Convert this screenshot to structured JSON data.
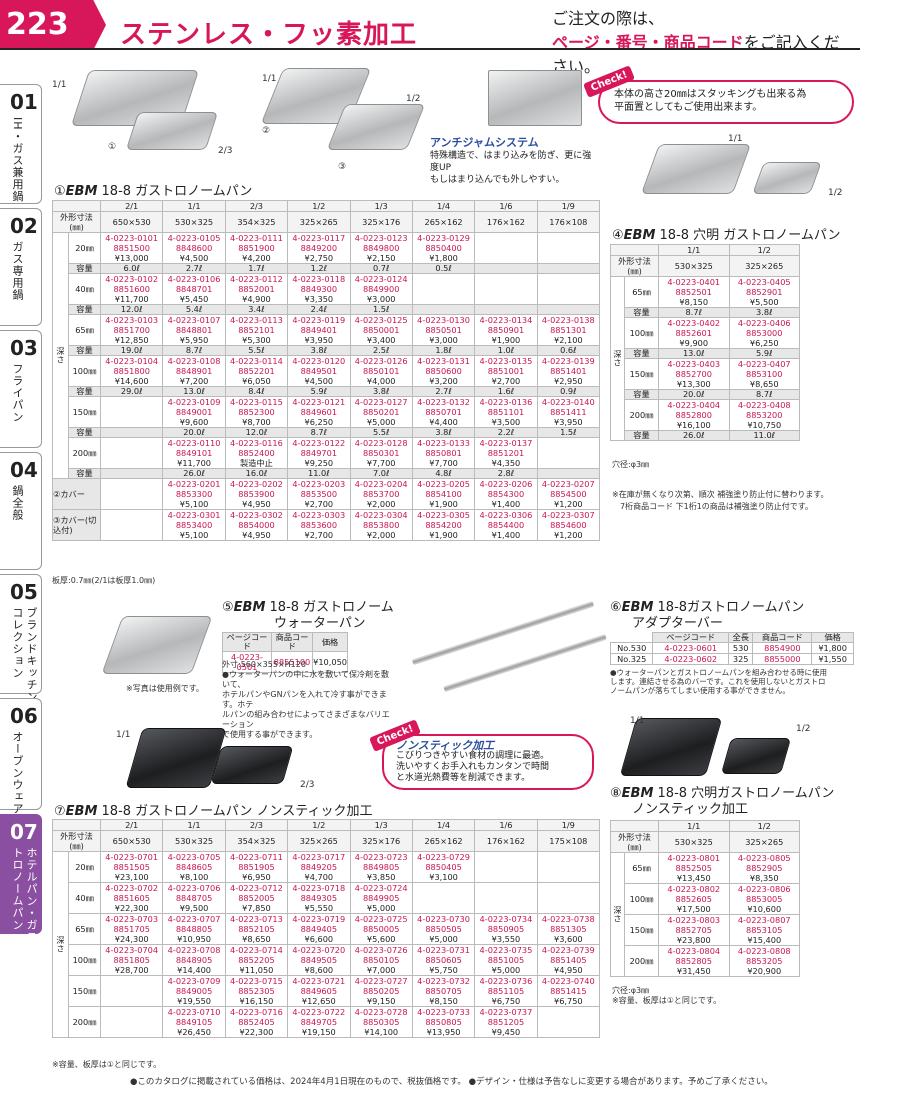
{
  "header": {
    "page_no": "223",
    "title": "ステンレス・フッ素加工",
    "notice_line1": "ご注文の際は、",
    "notice_line2_red": "ページ・番号・商品コード",
    "notice_line2_tail": "をご記入ください。"
  },
  "tabs": [
    {
      "num": "01",
      "text": "IH・ガス兼用鍋"
    },
    {
      "num": "02",
      "text": "ガス専用鍋"
    },
    {
      "num": "03",
      "text": "フライパン"
    },
    {
      "num": "04",
      "text": "鍋全般"
    },
    {
      "num": "05",
      "text": "ブランドキッチンコレクション"
    },
    {
      "num": "06",
      "text": "オーブンウェア"
    },
    {
      "num": "07",
      "text": "ホテルパン・ガストロノームパン"
    }
  ],
  "labels": {
    "a11": "1/1",
    "a12": "①",
    "a23": "2/3",
    "b11": "1/1",
    "b2": "②",
    "b12": "1/2",
    "b3": "③",
    "r11": "1/1",
    "r12": "1/2",
    "n11": "1/1",
    "n23": "2/3",
    "n2_11": "1/1",
    "n2_12": "1/2"
  },
  "check_word": "Check!",
  "callout1": {
    "l1": "本体の高さ20㎜はスタッキングも出来る為",
    "l2": "平面置としてもご使用出来ます。"
  },
  "anti": {
    "title": "アンチジャムシステム",
    "l1": "特殊構造で、はまり込みを防ぎ、更に強度UP",
    "l2": "もしはまり込んでも外しやすい。"
  },
  "sec1": {
    "num": "①",
    "brand": "EBM",
    "name": "18-8 ガストロノームパン"
  },
  "t1": {
    "head_label": "外形寸法(㎜)",
    "sizes": [
      "2/1",
      "1/1",
      "2/3",
      "1/2",
      "1/3",
      "1/4",
      "1/6",
      "1/9"
    ],
    "dims": [
      "650×530",
      "530×325",
      "354×325",
      "325×265",
      "325×176",
      "265×162",
      "176×162",
      "176×108"
    ],
    "depth_label": "深さ",
    "cap": "容量",
    "rows": [
      {
        "d": "20㎜",
        "cells": [
          [
            "4-0223-0101",
            "8851500",
            "¥13,000"
          ],
          [
            "4-0223-0105",
            "8848600",
            "¥4,500"
          ],
          [
            "4-0223-0111",
            "8851900",
            "¥4,200"
          ],
          [
            "4-0223-0117",
            "8849200",
            "¥2,750"
          ],
          [
            "4-0223-0123",
            "8849800",
            "¥2,150"
          ],
          [
            "4-0223-0129",
            "8850400",
            "¥1,800"
          ],
          [
            "",
            "",
            ""
          ],
          [
            "",
            "",
            ""
          ]
        ],
        "caps": [
          "6.0ℓ",
          "2.7ℓ",
          "1.7ℓ",
          "1.2ℓ",
          "0.7ℓ",
          "0.5ℓ",
          "",
          ""
        ]
      },
      {
        "d": "40㎜",
        "cells": [
          [
            "4-0223-0102",
            "8851600",
            "¥11,700"
          ],
          [
            "4-0223-0106",
            "8848701",
            "¥5,450"
          ],
          [
            "4-0223-0112",
            "8852001",
            "¥4,900"
          ],
          [
            "4-0223-0118",
            "8849300",
            "¥3,350"
          ],
          [
            "4-0223-0124",
            "8849900",
            "¥3,000"
          ],
          [
            "",
            "",
            ""
          ],
          [
            "",
            "",
            ""
          ],
          [
            "",
            "",
            ""
          ]
        ],
        "caps": [
          "12.0ℓ",
          "5.4ℓ",
          "3.4ℓ",
          "2.4ℓ",
          "1.5ℓ",
          "",
          "",
          ""
        ]
      },
      {
        "d": "65㎜",
        "cells": [
          [
            "4-0223-0103",
            "8851700",
            "¥12,850"
          ],
          [
            "4-0223-0107",
            "8848801",
            "¥5,950"
          ],
          [
            "4-0223-0113",
            "8852101",
            "¥5,300"
          ],
          [
            "4-0223-0119",
            "8849401",
            "¥3,950"
          ],
          [
            "4-0223-0125",
            "8850001",
            "¥3,400"
          ],
          [
            "4-0223-0130",
            "8850501",
            "¥3,000"
          ],
          [
            "4-0223-0134",
            "8850901",
            "¥1,900"
          ],
          [
            "4-0223-0138",
            "8851301",
            "¥2,100"
          ]
        ],
        "caps": [
          "19.0ℓ",
          "8.7ℓ",
          "5.5ℓ",
          "3.8ℓ",
          "2.5ℓ",
          "1.8ℓ",
          "1.0ℓ",
          "0.6ℓ"
        ]
      },
      {
        "d": "100㎜",
        "cells": [
          [
            "4-0223-0104",
            "8851800",
            "¥14,600"
          ],
          [
            "4-0223-0108",
            "8848901",
            "¥7,200"
          ],
          [
            "4-0223-0114",
            "8852201",
            "¥6,050"
          ],
          [
            "4-0223-0120",
            "8849501",
            "¥4,500"
          ],
          [
            "4-0223-0126",
            "8850101",
            "¥4,000"
          ],
          [
            "4-0223-0131",
            "8850600",
            "¥3,200"
          ],
          [
            "4-0223-0135",
            "8851001",
            "¥2,700"
          ],
          [
            "4-0223-0139",
            "8851401",
            "¥2,950"
          ]
        ],
        "caps": [
          "29.0ℓ",
          "13.0ℓ",
          "8.4ℓ",
          "5.9ℓ",
          "3.8ℓ",
          "2.7ℓ",
          "1.6ℓ",
          "0.9ℓ"
        ]
      },
      {
        "d": "150㎜",
        "cells": [
          [
            "",
            "",
            ""
          ],
          [
            "4-0223-0109",
            "8849001",
            "¥9,600"
          ],
          [
            "4-0223-0115",
            "8852300",
            "¥8,700"
          ],
          [
            "4-0223-0121",
            "8849601",
            "¥6,250"
          ],
          [
            "4-0223-0127",
            "8850201",
            "¥5,000"
          ],
          [
            "4-0223-0132",
            "8850701",
            "¥4,400"
          ],
          [
            "4-0223-0136",
            "8851101",
            "¥3,500"
          ],
          [
            "4-0223-0140",
            "8851411",
            "¥3,950"
          ]
        ],
        "caps": [
          "",
          "20.0ℓ",
          "12.0ℓ",
          "8.7ℓ",
          "5.5ℓ",
          "3.8ℓ",
          "2.2ℓ",
          "1.5ℓ"
        ]
      },
      {
        "d": "200㎜",
        "cells": [
          [
            "",
            "",
            ""
          ],
          [
            "4-0223-0110",
            "8849101",
            "¥11,700"
          ],
          [
            "4-0223-0116",
            "8852400",
            "製造中止"
          ],
          [
            "4-0223-0122",
            "8849701",
            "¥9,250"
          ],
          [
            "4-0223-0128",
            "8850301",
            "¥7,700"
          ],
          [
            "4-0223-0133",
            "8850801",
            "¥7,700"
          ],
          [
            "4-0223-0137",
            "8851201",
            "¥4,350"
          ],
          [
            "",
            "",
            ""
          ]
        ],
        "caps": [
          "",
          "26.0ℓ",
          "16.0ℓ",
          "11.0ℓ",
          "7.0ℓ",
          "4.8ℓ",
          "2.8ℓ",
          ""
        ]
      }
    ],
    "cover": {
      "label": "②カバー",
      "cells": [
        [
          "4-0223-0201",
          "8853300",
          "¥5,100"
        ],
        [
          "4-0223-0202",
          "8853900",
          "¥4,950"
        ],
        [
          "4-0223-0203",
          "8853500",
          "¥2,700"
        ],
        [
          "4-0223-0204",
          "8853700",
          "¥2,000"
        ],
        [
          "4-0223-0205",
          "8854100",
          "¥1,900"
        ],
        [
          "4-0223-0206",
          "8854300",
          "¥1,400"
        ],
        [
          "4-0223-0207",
          "8854500",
          "¥1,200"
        ]
      ]
    },
    "cover2": {
      "label": "③カバー(切込付)",
      "cells": [
        [
          "4-0223-0301",
          "8853400",
          "¥5,100"
        ],
        [
          "4-0223-0302",
          "8854000",
          "¥4,950"
        ],
        [
          "4-0223-0303",
          "8853600",
          "¥2,700"
        ],
        [
          "4-0223-0304",
          "8853800",
          "¥2,000"
        ],
        [
          "4-0223-0305",
          "8854200",
          "¥1,900"
        ],
        [
          "4-0223-0306",
          "8854400",
          "¥1,400"
        ],
        [
          "4-0223-0307",
          "8854600",
          "¥1,200"
        ]
      ]
    },
    "footnote": "板厚:0.7㎜(2/1は板厚1.0㎜)"
  },
  "sec4": {
    "num": "④",
    "brand": "EBM",
    "name": "18-8 穴明 ガストロノームパン"
  },
  "t4": {
    "sizes": [
      "1/1",
      "1/2"
    ],
    "dims": [
      "530×325",
      "325×265"
    ],
    "head_label": "外形寸法(㎜)",
    "depth_label": "深さ",
    "cap": "容量",
    "rows": [
      {
        "d": "65㎜",
        "cells": [
          [
            "4-0223-0401",
            "8852501",
            "¥8,150"
          ],
          [
            "4-0223-0405",
            "8852901",
            "¥5,500"
          ]
        ],
        "caps": [
          "8.7ℓ",
          "3.8ℓ"
        ]
      },
      {
        "d": "100㎜",
        "cells": [
          [
            "4-0223-0402",
            "8852601",
            "¥9,900"
          ],
          [
            "4-0223-0406",
            "8853000",
            "¥6,250"
          ]
        ],
        "caps": [
          "13.0ℓ",
          "5.9ℓ"
        ]
      },
      {
        "d": "150㎜",
        "cells": [
          [
            "4-0223-0403",
            "8852700",
            "¥13,300"
          ],
          [
            "4-0223-0407",
            "8853100",
            "¥8,650"
          ]
        ],
        "caps": [
          "20.0ℓ",
          "8.7ℓ"
        ]
      },
      {
        "d": "200㎜",
        "cells": [
          [
            "4-0223-0404",
            "8852800",
            "¥16,100"
          ],
          [
            "4-0223-0408",
            "8853200",
            "¥10,750"
          ]
        ],
        "caps": [
          "26.0ℓ",
          "11.0ℓ"
        ]
      }
    ],
    "note1": "穴径:φ3㎜",
    "note2": "※在庫が無くなり次第、順次 補強塗り防止付に替わります。",
    "note3": "7桁商品コード 下1桁1の商品は補強塗り防止付です。"
  },
  "sec5": {
    "num": "⑤",
    "brand": "EBM",
    "name": "18-8 ガストロノーム",
    "name2": "ウォーターパン",
    "h_page": "ページコード",
    "h_code": "商品コード",
    "h_price": "価格",
    "page_code": "4-0223-0501",
    "code": "8855100",
    "price": "¥10,050",
    "dims": "外寸:560×355×H120",
    "desc1": "●ウォーターパンの中に水を敷いて保冷剤を敷いて、",
    "desc2": "ホテルパンやGNパンを入れて冷す事ができます。ホテ",
    "desc3": "ルパンの組み合わせによってさまざまなバリエーション",
    "desc4": "で使用する事ができます。",
    "photo_note": "※写真は使用例です。"
  },
  "sec6": {
    "num": "⑥",
    "brand": "EBM",
    "name": "18-8ガストロノームパン",
    "name2": "アダプターバー",
    "h_page": "ページコード",
    "h_len": "全長",
    "h_code": "商品コード",
    "h_price": "価格",
    "rows": [
      [
        "No.530",
        "4-0223-0601",
        "530",
        "8854900",
        "¥1,800"
      ],
      [
        "No.325",
        "4-0223-0602",
        "325",
        "8855000",
        "¥1,550"
      ]
    ],
    "desc1": "●ウォーターパンとガストロノームパンを組み合わせる時に使用",
    "desc2": "します。連結させる為のバーです。これを使用しないとガストロ",
    "desc3": "ノームパンが落ちてしまい使用する事ができません。"
  },
  "nonstick": {
    "title": "ノンスティック加工",
    "l1": "こびりつきやすい食材の調理に最適。",
    "l2": "洗いやすくお手入れもカンタンで時間",
    "l3": "と水道光熱費等を削減できます。"
  },
  "sec7": {
    "num": "⑦",
    "brand": "EBM",
    "name": "18-8 ガストロノームパン ノンスティック加工"
  },
  "t7": {
    "head_label": "外形寸法(㎜)",
    "depth_label": "深さ",
    "sizes": [
      "2/1",
      "1/1",
      "2/3",
      "1/2",
      "1/3",
      "1/4",
      "1/6",
      "1/9"
    ],
    "dims": [
      "650×530",
      "530×325",
      "354×325",
      "325×265",
      "325×176",
      "265×162",
      "176×162",
      "175×108"
    ],
    "rows": [
      {
        "d": "20㎜",
        "cells": [
          [
            "4-0223-0701",
            "8851505",
            "¥23,100"
          ],
          [
            "4-0223-0705",
            "8848605",
            "¥8,100"
          ],
          [
            "4-0223-0711",
            "8851905",
            "¥6,950"
          ],
          [
            "4-0223-0717",
            "8849205",
            "¥4,700"
          ],
          [
            "4-0223-0723",
            "8849805",
            "¥3,850"
          ],
          [
            "4-0223-0729",
            "8850405",
            "¥3,100"
          ],
          [
            "",
            "",
            ""
          ],
          [
            "",
            "",
            ""
          ]
        ]
      },
      {
        "d": "40㎜",
        "cells": [
          [
            "4-0223-0702",
            "8851605",
            "¥22,300"
          ],
          [
            "4-0223-0706",
            "8848705",
            "¥9,500"
          ],
          [
            "4-0223-0712",
            "8852005",
            "¥7,850"
          ],
          [
            "4-0223-0718",
            "8849305",
            "¥5,550"
          ],
          [
            "4-0223-0724",
            "8849905",
            "¥5,000"
          ],
          [
            "",
            "",
            ""
          ],
          [
            "",
            "",
            ""
          ],
          [
            "",
            "",
            ""
          ]
        ]
      },
      {
        "d": "65㎜",
        "cells": [
          [
            "4-0223-0703",
            "8851705",
            "¥24,300"
          ],
          [
            "4-0223-0707",
            "8848805",
            "¥10,950"
          ],
          [
            "4-0223-0713",
            "8852105",
            "¥8,650"
          ],
          [
            "4-0223-0719",
            "8849405",
            "¥6,600"
          ],
          [
            "4-0223-0725",
            "8850005",
            "¥5,600"
          ],
          [
            "4-0223-0730",
            "8850505",
            "¥5,000"
          ],
          [
            "4-0223-0734",
            "8850905",
            "¥3,550"
          ],
          [
            "4-0223-0738",
            "8851305",
            "¥3,600"
          ]
        ]
      },
      {
        "d": "100㎜",
        "cells": [
          [
            "4-0223-0704",
            "8851805",
            "¥28,700"
          ],
          [
            "4-0223-0708",
            "8848905",
            "¥14,400"
          ],
          [
            "4-0223-0714",
            "8852205",
            "¥11,050"
          ],
          [
            "4-0223-0720",
            "8849505",
            "¥8,600"
          ],
          [
            "4-0223-0726",
            "8850105",
            "¥7,000"
          ],
          [
            "4-0223-0731",
            "8850605",
            "¥5,750"
          ],
          [
            "4-0223-0735",
            "8851005",
            "¥5,000"
          ],
          [
            "4-0223-0739",
            "8851405",
            "¥4,950"
          ]
        ]
      },
      {
        "d": "150㎜",
        "cells": [
          [
            "",
            "",
            ""
          ],
          [
            "4-0223-0709",
            "8849005",
            "¥19,550"
          ],
          [
            "4-0223-0715",
            "8852305",
            "¥16,150"
          ],
          [
            "4-0223-0721",
            "8849605",
            "¥12,650"
          ],
          [
            "4-0223-0727",
            "8850205",
            "¥9,150"
          ],
          [
            "4-0223-0732",
            "8850705",
            "¥8,150"
          ],
          [
            "4-0223-0736",
            "8851105",
            "¥6,750"
          ],
          [
            "4-0223-0740",
            "8851415",
            "¥6,750"
          ]
        ]
      },
      {
        "d": "200㎜",
        "cells": [
          [
            "",
            "",
            ""
          ],
          [
            "4-0223-0710",
            "8849105",
            "¥26,450"
          ],
          [
            "4-0223-0716",
            "8852405",
            "¥22,300"
          ],
          [
            "4-0223-0722",
            "8849705",
            "¥19,150"
          ],
          [
            "4-0223-0728",
            "8850305",
            "¥14,100"
          ],
          [
            "4-0223-0733",
            "8850805",
            "¥13,950"
          ],
          [
            "4-0223-0737",
            "8851205",
            "¥9,450"
          ],
          [
            "",
            "",
            ""
          ]
        ]
      }
    ],
    "footnote": "※容量、板厚は①と同じです。"
  },
  "sec8": {
    "num": "⑧",
    "brand": "EBM",
    "name": "18-8 穴明ガストロノームパン",
    "name2": "ノンスティック加工"
  },
  "t8": {
    "sizes": [
      "1/1",
      "1/2"
    ],
    "dims": [
      "530×325",
      "325×265"
    ],
    "head_label": "外形寸法(㎜)",
    "depth_label": "深さ",
    "rows": [
      {
        "d": "65㎜",
        "cells": [
          [
            "4-0223-0801",
            "8852505",
            "¥13,450"
          ],
          [
            "4-0223-0805",
            "8852905",
            "¥8,350"
          ]
        ]
      },
      {
        "d": "100㎜",
        "cells": [
          [
            "4-0223-0802",
            "8852605",
            "¥17,500"
          ],
          [
            "4-0223-0806",
            "8853005",
            "¥10,600"
          ]
        ]
      },
      {
        "d": "150㎜",
        "cells": [
          [
            "4-0223-0803",
            "8852705",
            "¥23,800"
          ],
          [
            "4-0223-0807",
            "8853105",
            "¥15,400"
          ]
        ]
      },
      {
        "d": "200㎜",
        "cells": [
          [
            "4-0223-0804",
            "8852805",
            "¥31,450"
          ],
          [
            "4-0223-0808",
            "8853205",
            "¥20,900"
          ]
        ]
      }
    ],
    "note1": "穴径:φ3㎜",
    "note2": "※容量、板厚は①と同じです。"
  },
  "bottom": "●このカタログに掲載されている価格は、2024年4月1日現在のもので、税抜価格です。 ●デザイン・仕様は予告なしに変更する場合があります。予めご了承ください。"
}
